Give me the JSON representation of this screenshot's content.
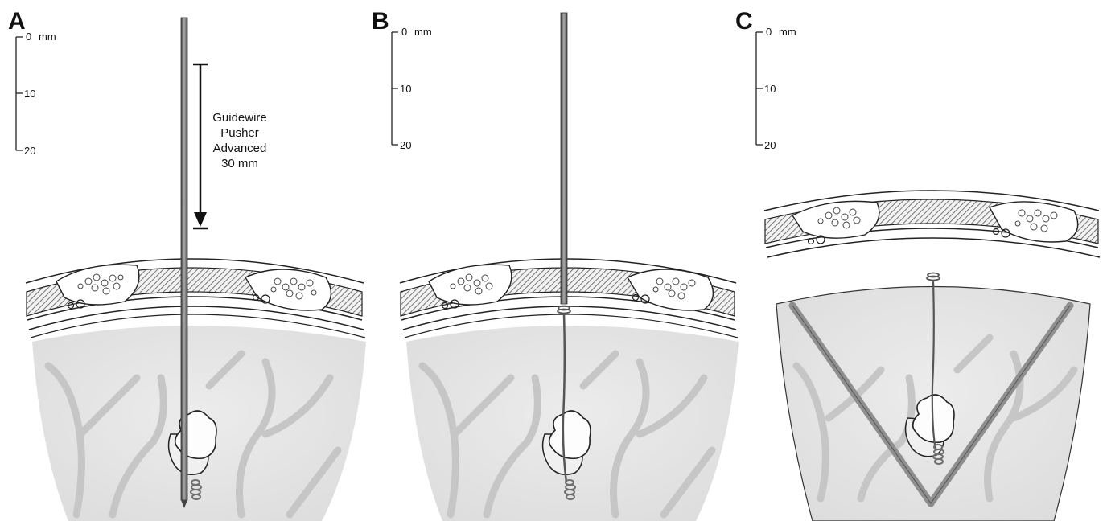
{
  "panels": [
    {
      "letter": "A",
      "scale": {
        "unit": "mm",
        "tick_0": "0",
        "tick_10": "10",
        "tick_20": "20"
      },
      "annotation": {
        "line1": "Guidewire",
        "line2": "Pusher",
        "line3": "Advanced",
        "line4": "30 mm"
      }
    },
    {
      "letter": "B",
      "scale": {
        "unit": "mm",
        "tick_0": "0",
        "tick_10": "10",
        "tick_20": "20"
      }
    },
    {
      "letter": "C",
      "scale": {
        "unit": "mm",
        "tick_0": "0",
        "tick_10": "10",
        "tick_20": "20"
      }
    }
  ],
  "colors": {
    "tissue": "#e6e6e6",
    "vessels": "#c2c2c2",
    "skin_hatch": "#555555",
    "line": "#222222",
    "tumor": "#fbfbfb",
    "coil": "#6e6e6e",
    "suture": "#999999"
  }
}
